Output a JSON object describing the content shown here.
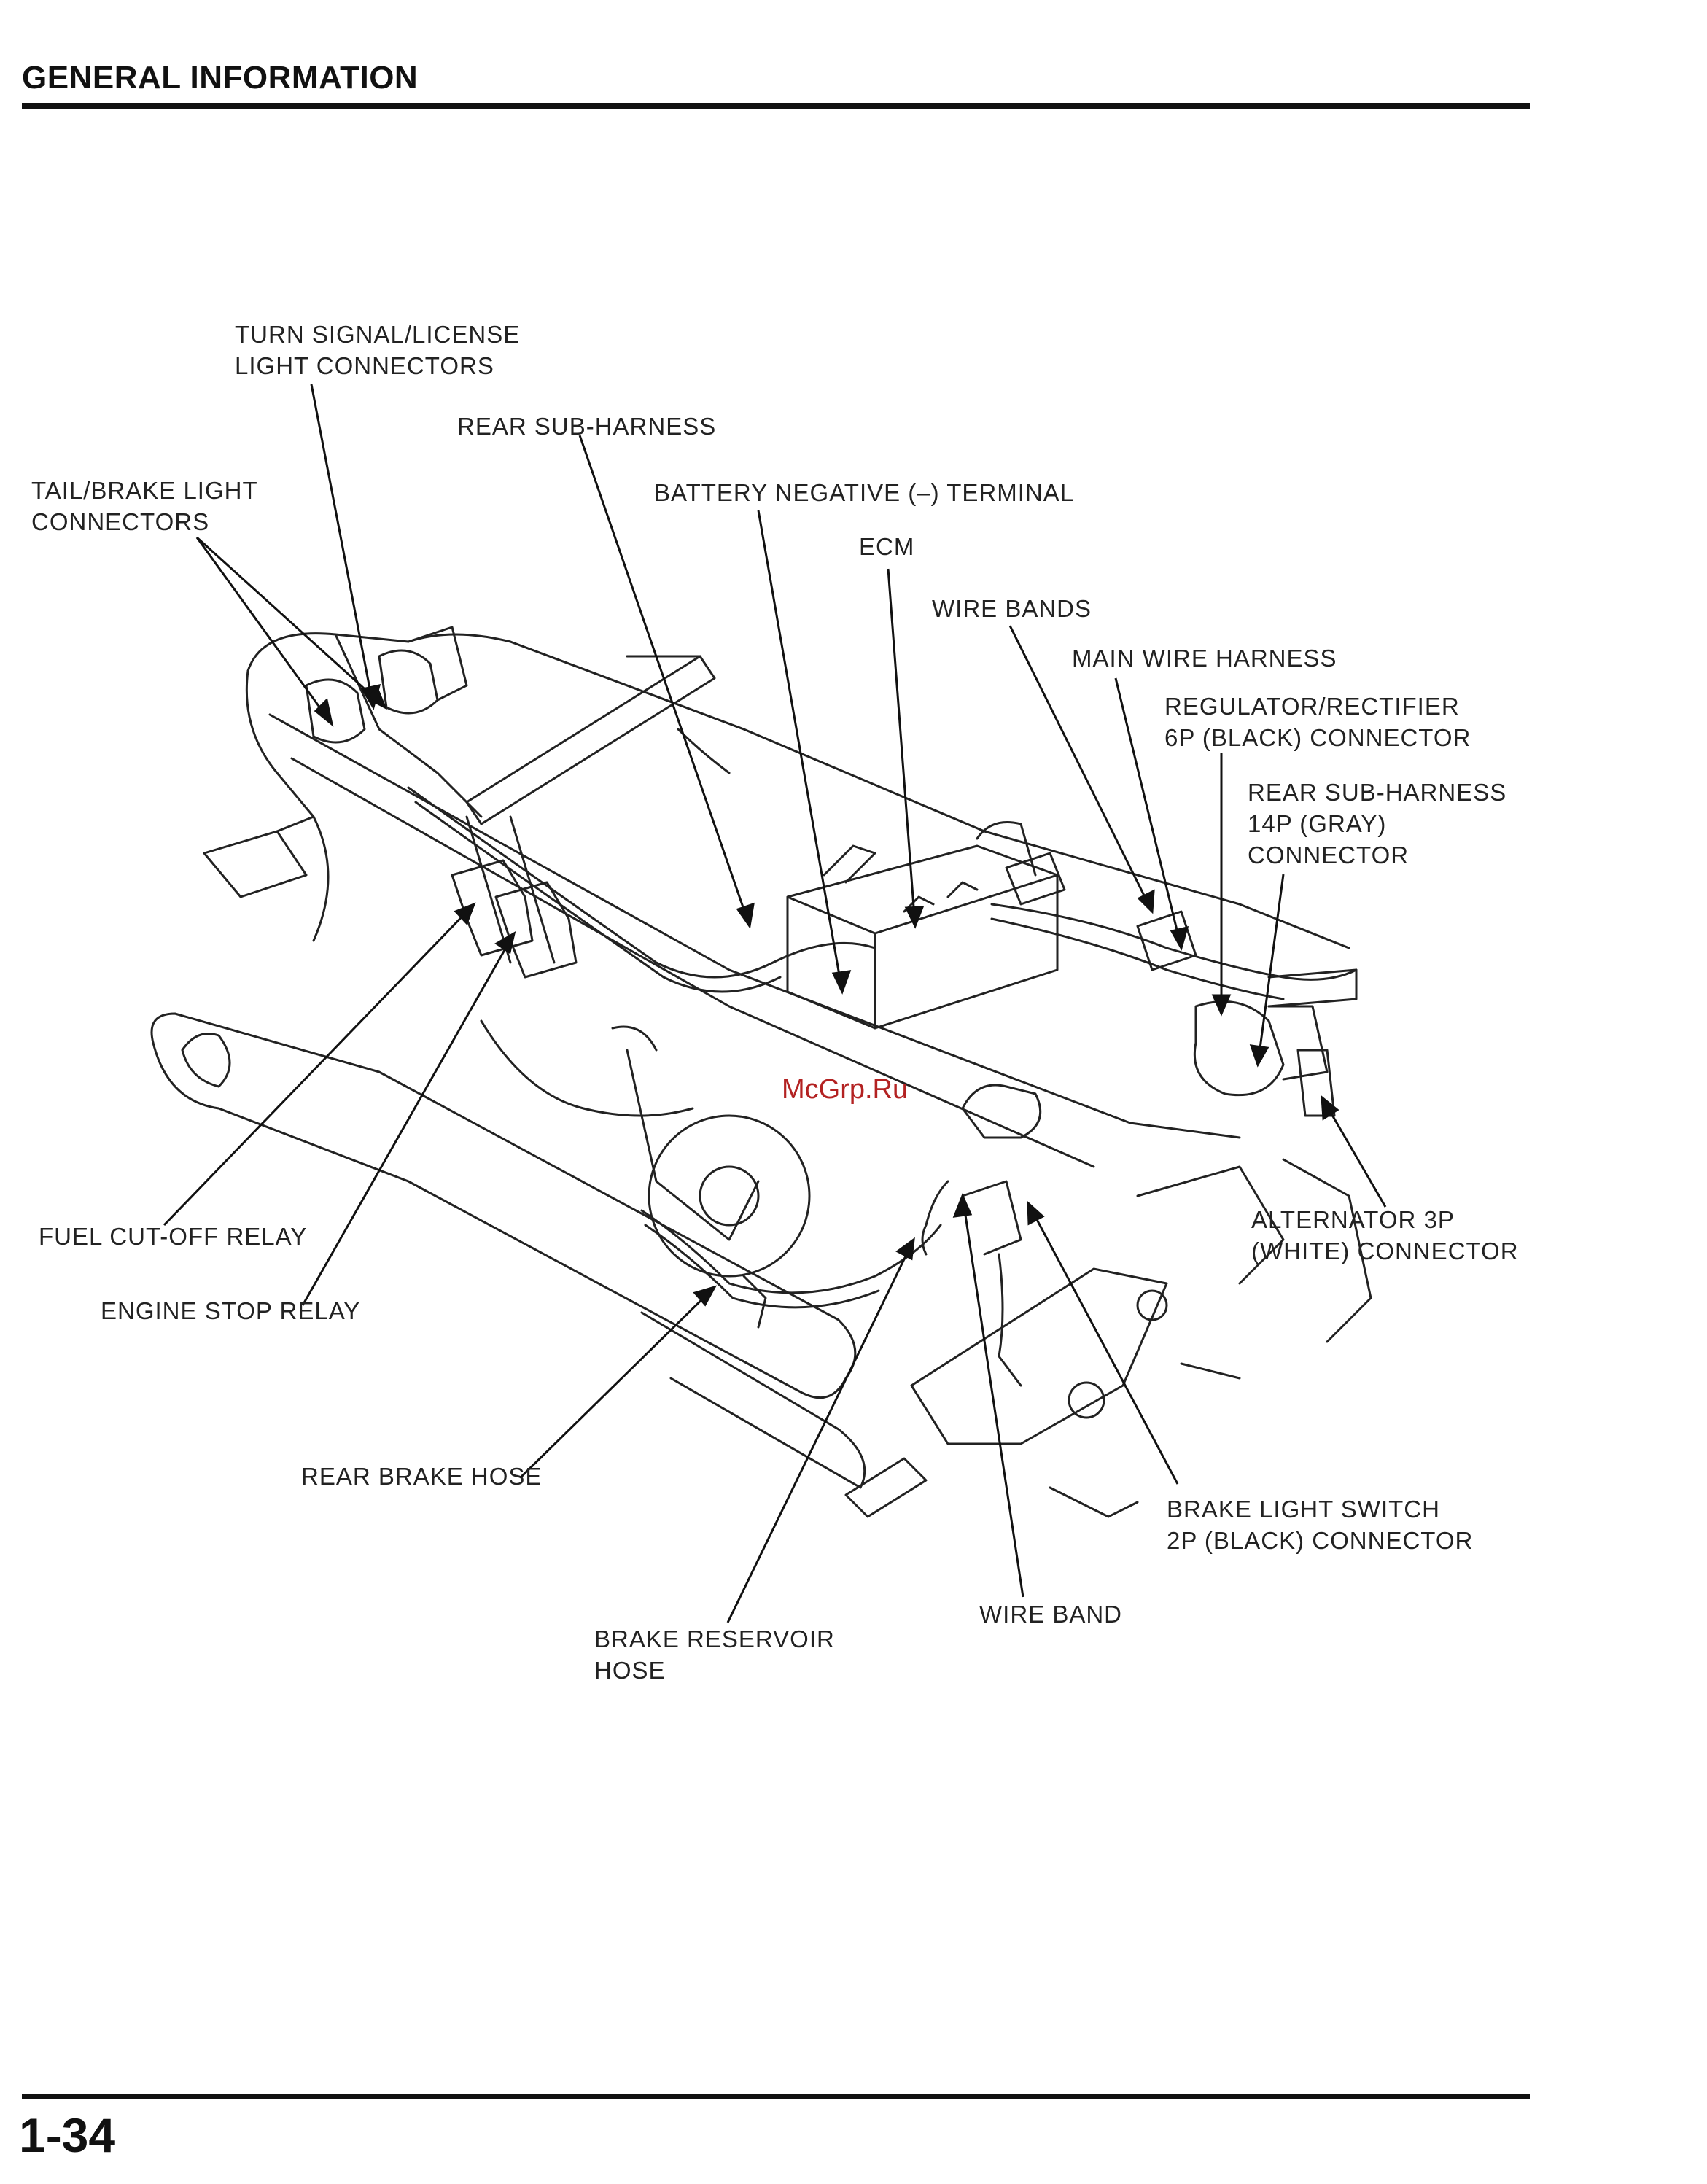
{
  "header": {
    "title": "GENERAL INFORMATION"
  },
  "footer": {
    "page_number": "1-34"
  },
  "watermark": {
    "text": "McGrp.Ru",
    "color": "#b32222"
  },
  "labels": {
    "turn_signal": "TURN SIGNAL/LICENSE\nLIGHT CONNECTORS",
    "rear_sub_harness": "REAR SUB-HARNESS",
    "tail_brake": "TAIL/BRAKE LIGHT\nCONNECTORS",
    "battery_negative": "BATTERY NEGATIVE (–) TERMINAL",
    "ecm": "ECM",
    "wire_bands": "WIRE BANDS",
    "main_wire_harness": "MAIN WIRE HARNESS",
    "regulator": "REGULATOR/RECTIFIER\n6P (BLACK) CONNECTOR",
    "rear_sub_harness_14p": "REAR SUB-HARNESS\n14P (GRAY)\nCONNECTOR",
    "alternator": "ALTERNATOR 3P\n(WHITE) CONNECTOR",
    "fuel_cut_off": "FUEL CUT-OFF RELAY",
    "engine_stop": "ENGINE STOP RELAY",
    "rear_brake_hose": "REAR BRAKE HOSE",
    "brake_light_switch": "BRAKE LIGHT SWITCH\n2P (BLACK) CONNECTOR",
    "wire_band": "WIRE BAND",
    "brake_reservoir": "BRAKE RESERVOIR\nHOSE"
  }
}
